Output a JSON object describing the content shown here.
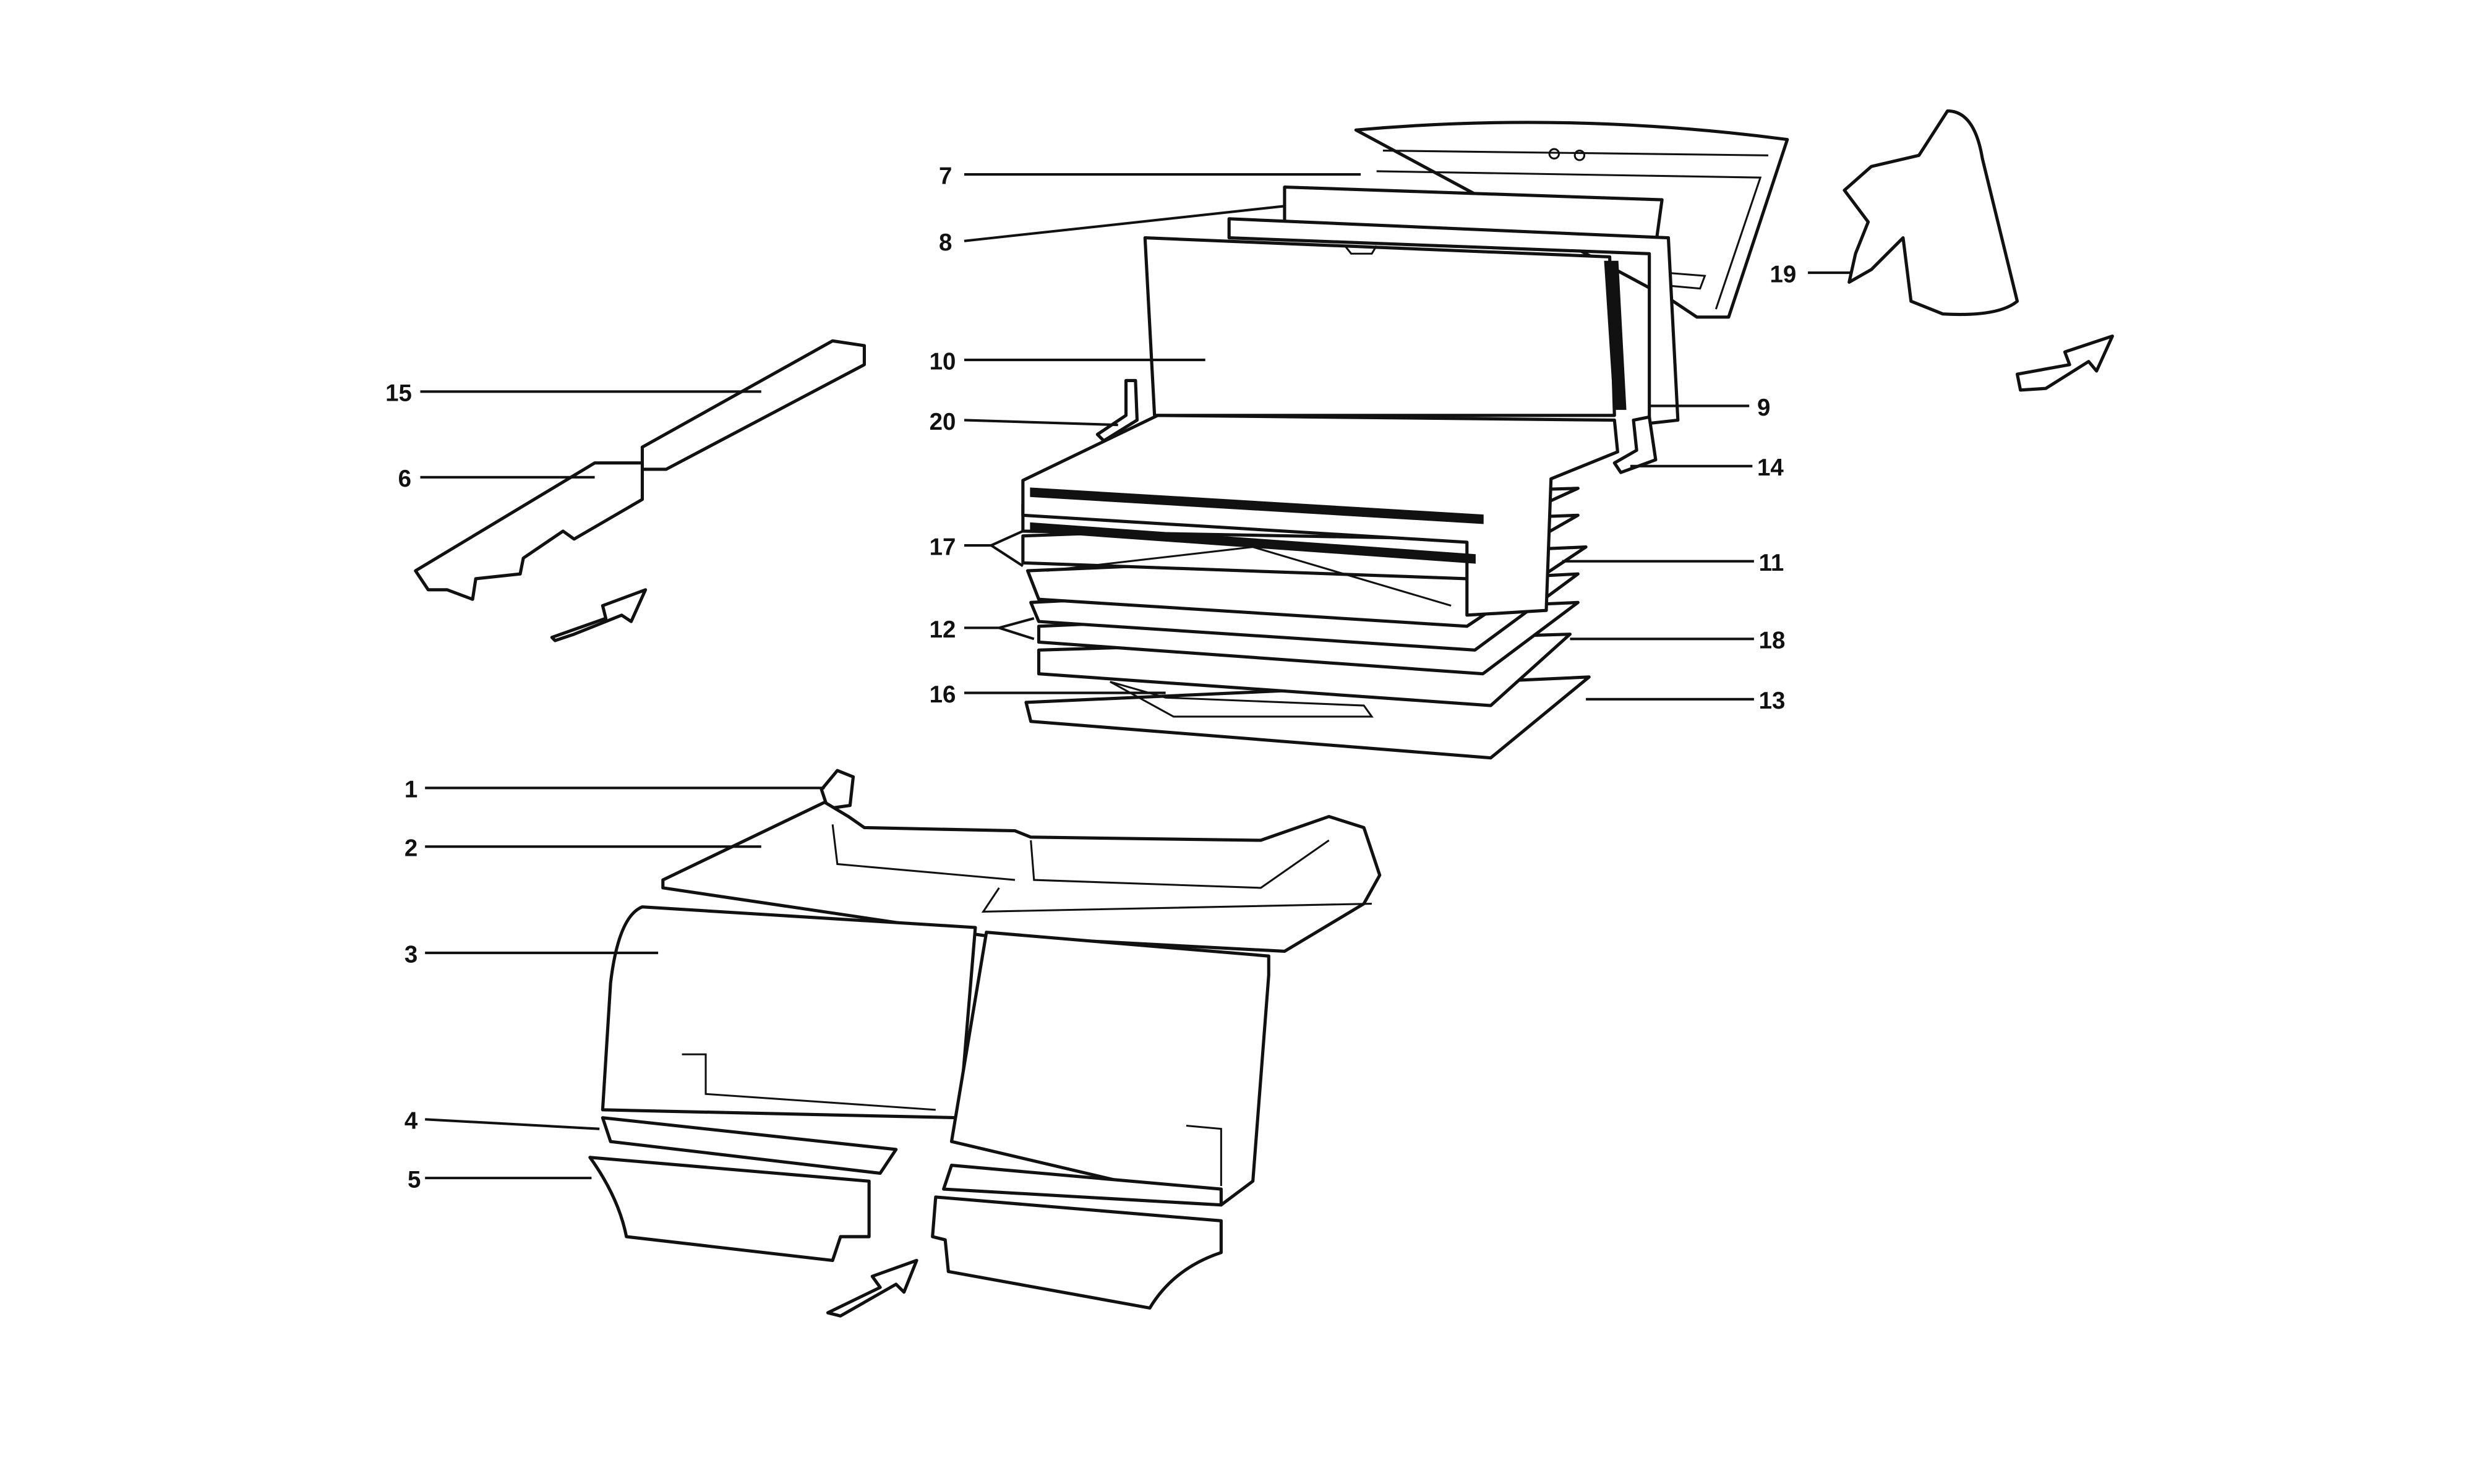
{
  "diagram": {
    "type": "exploded parts diagram",
    "callouts": [
      {
        "id": "1",
        "label": "1"
      },
      {
        "id": "2",
        "label": "2"
      },
      {
        "id": "3",
        "label": "3"
      },
      {
        "id": "4",
        "label": "4"
      },
      {
        "id": "5",
        "label": "5"
      },
      {
        "id": "6",
        "label": "6"
      },
      {
        "id": "7",
        "label": "7"
      },
      {
        "id": "8",
        "label": "8"
      },
      {
        "id": "9",
        "label": "9"
      },
      {
        "id": "10",
        "label": "10"
      },
      {
        "id": "11",
        "label": "11"
      },
      {
        "id": "12",
        "label": "12"
      },
      {
        "id": "13",
        "label": "13"
      },
      {
        "id": "14",
        "label": "14"
      },
      {
        "id": "15",
        "label": "15"
      },
      {
        "id": "16",
        "label": "16"
      },
      {
        "id": "17",
        "label": "17"
      },
      {
        "id": "18",
        "label": "18"
      },
      {
        "id": "19",
        "label": "19"
      },
      {
        "id": "20",
        "label": "20"
      }
    ],
    "line_color": "#111111",
    "background": "#ffffff"
  }
}
